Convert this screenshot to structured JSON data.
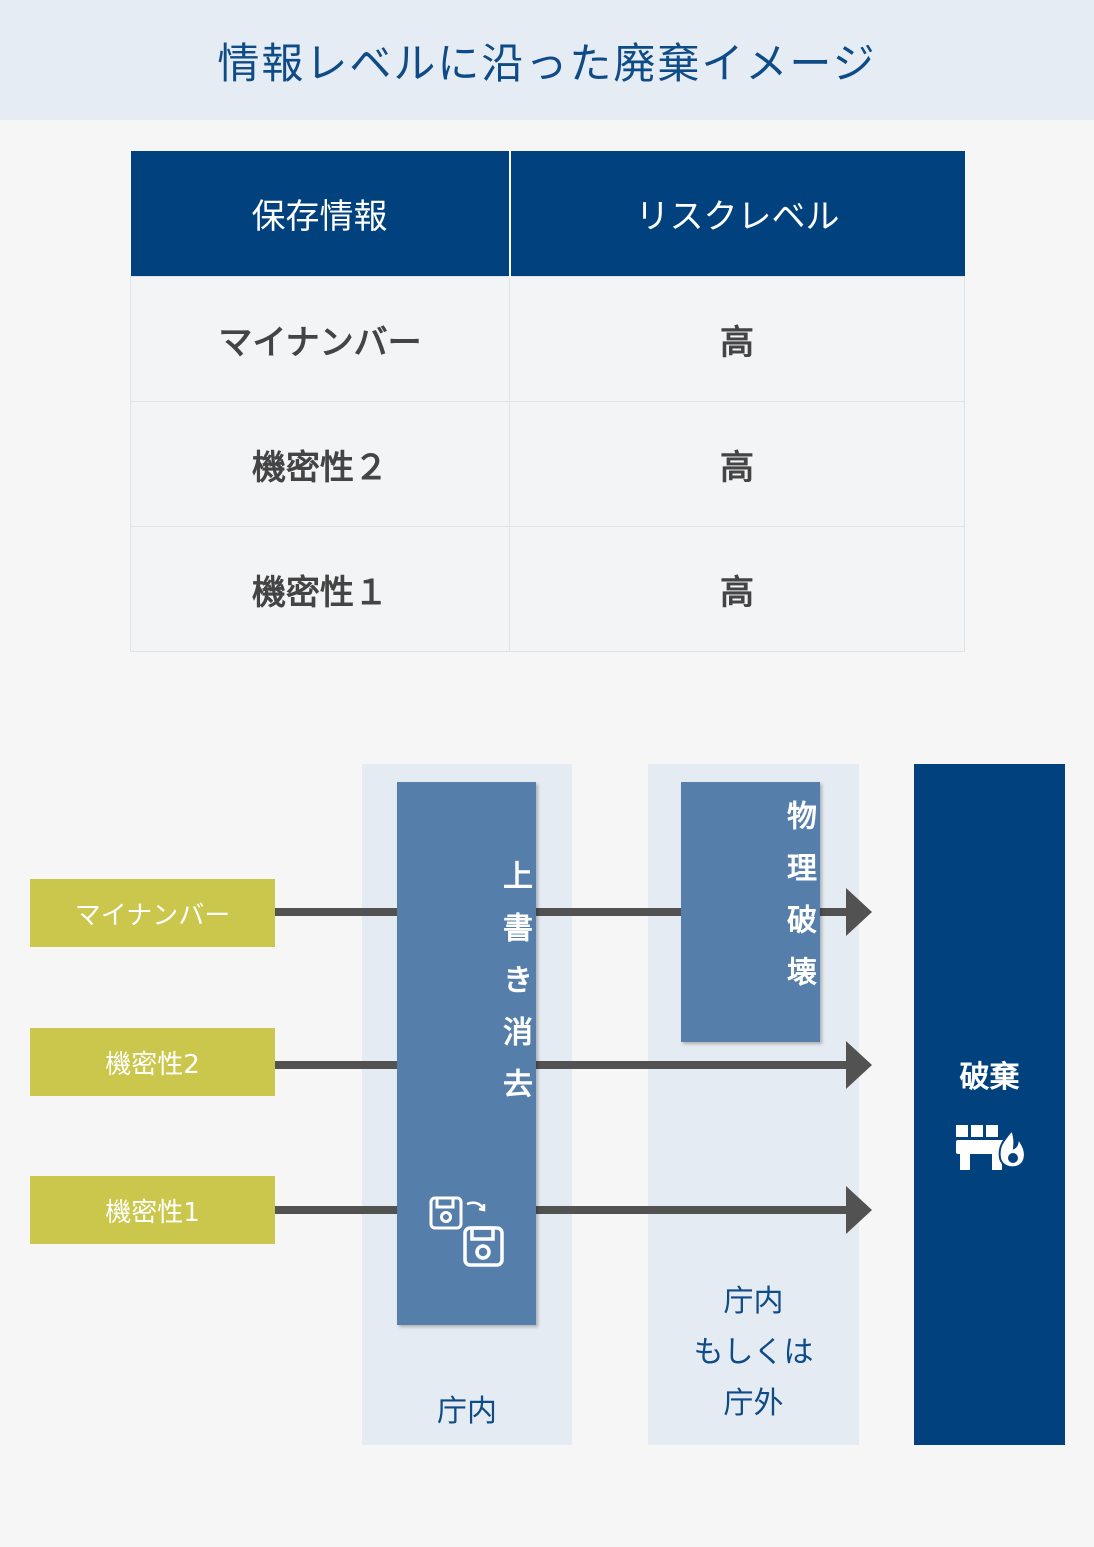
{
  "title": "情報レベルに沿った廃棄イメージ",
  "table": {
    "headers": [
      "保存情報",
      "リスクレベル"
    ],
    "rows": [
      {
        "info": "マイナンバー",
        "risk": "高"
      },
      {
        "info": "機密性２",
        "risk": "高"
      },
      {
        "info": "機密性１",
        "risk": "高"
      }
    ]
  },
  "flow": {
    "inputs": [
      "マイナンバー",
      "機密性2",
      "機密性1"
    ],
    "overwrite": "上書き消去",
    "physical": "物理破壊",
    "overwrite_location": "庁内",
    "physical_location": [
      "庁内",
      "もしくは",
      "庁外"
    ],
    "dispose": "破棄"
  },
  "icons": {
    "overwrite": "floppy-disk-copy-icon",
    "dispose": "shredder-fire-icon"
  },
  "colors": {
    "navy": "#00417e",
    "mid_blue": "#557faa",
    "band": "#e5ebf2",
    "tag": "#cbc64c",
    "arrow": "#525252"
  }
}
